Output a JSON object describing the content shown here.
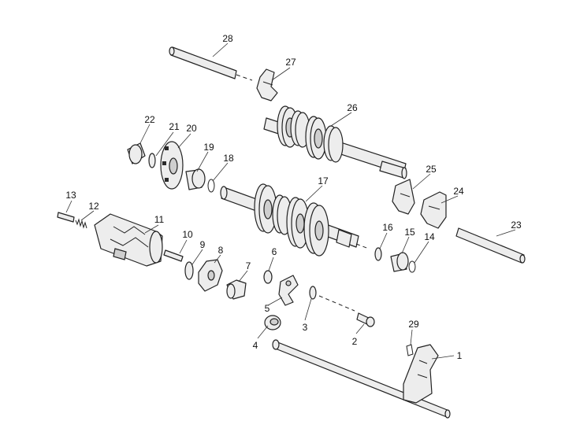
{
  "callouts": {
    "p1": "1",
    "p2": "2",
    "p3": "3",
    "p4": "4",
    "p5": "5",
    "p6": "6",
    "p7": "7",
    "p8": "8",
    "p9": "9",
    "p10": "10",
    "p11": "11",
    "p12": "12",
    "p13": "13",
    "p14": "14",
    "p15": "15",
    "p16": "16",
    "p17": "17",
    "p18": "18",
    "p19": "19",
    "p20": "20",
    "p21": "21",
    "p22": "22",
    "p23": "23",
    "p24": "24",
    "p25": "25",
    "p26": "26",
    "p27": "27",
    "p28": "28",
    "p29": "29"
  }
}
